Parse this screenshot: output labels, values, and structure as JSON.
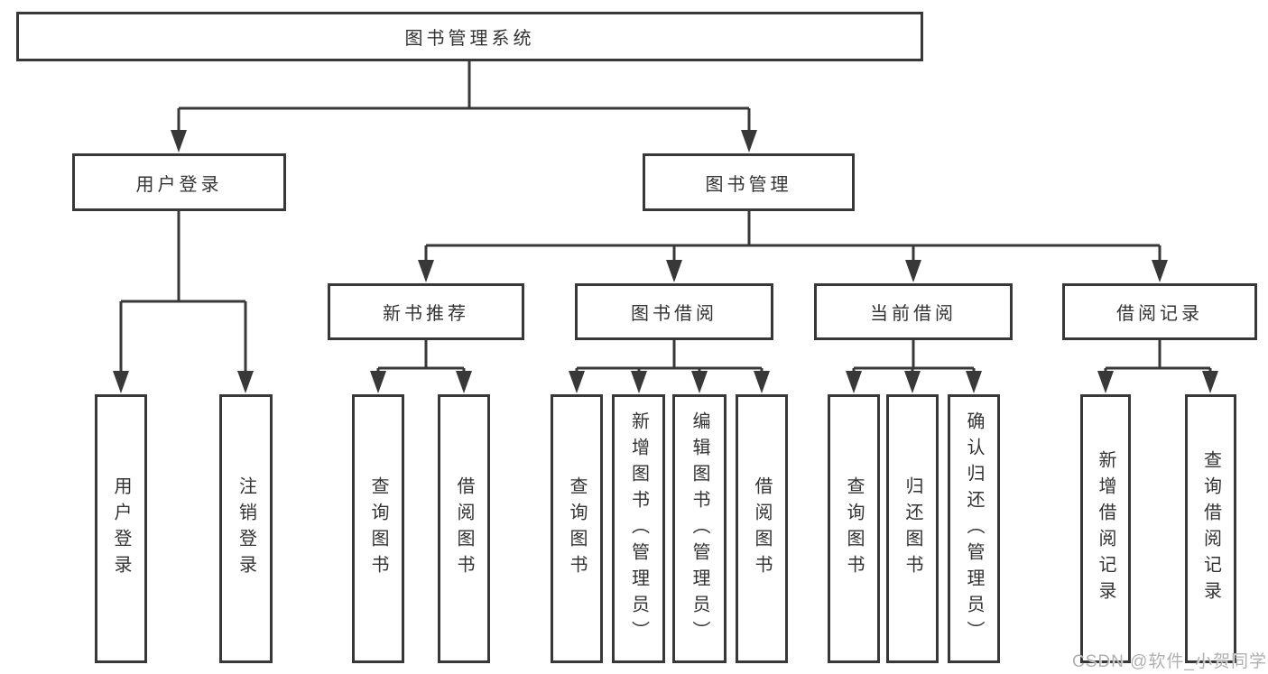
{
  "diagram": {
    "title": "图书管理系统",
    "tree": {
      "label": "图书管理系统",
      "children": [
        {
          "label": "用户登录",
          "children": [
            {
              "label": "用户登录"
            },
            {
              "label": "注销登录"
            }
          ]
        },
        {
          "label": "图书管理",
          "children": [
            {
              "label": "新书推荐",
              "children": [
                {
                  "label": "查询图书"
                },
                {
                  "label": "借阅图书"
                }
              ]
            },
            {
              "label": "图书借阅",
              "children": [
                {
                  "label": "查询图书"
                },
                {
                  "label": "新增图书（管理员）"
                },
                {
                  "label": "编辑图书（管理员）"
                },
                {
                  "label": "借阅图书"
                }
              ]
            },
            {
              "label": "当前借阅",
              "children": [
                {
                  "label": "查询图书"
                },
                {
                  "label": "归还图书"
                },
                {
                  "label": "确认归还（管理员）"
                }
              ]
            },
            {
              "label": "借阅记录",
              "children": [
                {
                  "label": "新增借阅记录"
                },
                {
                  "label": "查询借阅记录"
                }
              ]
            }
          ]
        }
      ]
    },
    "colors": {
      "line": "#383838",
      "box_border": "#383838",
      "box_background": "#ffffff",
      "text": "#333333",
      "watermark": "#b0b0b0"
    }
  },
  "watermark": {
    "text": "CSDN @软件_小贺同学"
  }
}
